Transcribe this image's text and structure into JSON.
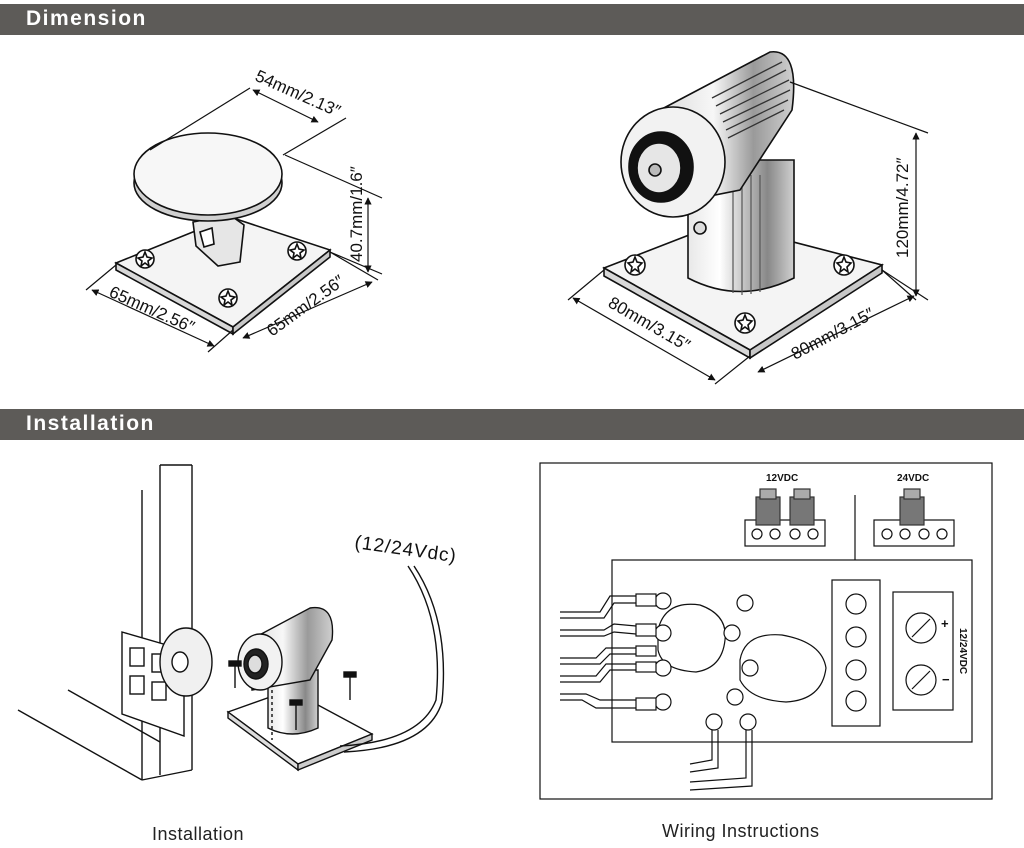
{
  "sections": {
    "dimension_title": "Dimension",
    "installation_title": "Installation"
  },
  "small_unit": {
    "top_width": "54mm/2.13″",
    "height": "40.7mm/1.6″",
    "base_left": "65mm/2.56″",
    "base_right": "65mm/2.56″"
  },
  "large_unit": {
    "height": "120mm/4.72″",
    "base_left": "80mm/3.15″",
    "base_right": "80mm/3.15″"
  },
  "installation": {
    "voltage_label": "(12/24Vdc)",
    "caption": "Installation"
  },
  "wiring": {
    "label_12vdc": "12VDC",
    "label_24vdc": "24VDC",
    "side_label": "12/24VDC",
    "plus": "+",
    "minus": "−",
    "caption": "Wiring Instructions"
  }
}
